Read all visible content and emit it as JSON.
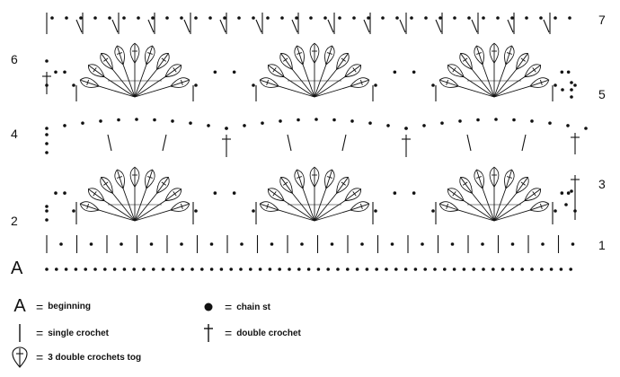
{
  "row_labels": {
    "left": [
      {
        "key": "r6",
        "text": "6"
      },
      {
        "key": "r4",
        "text": "4"
      },
      {
        "key": "r2",
        "text": "2"
      },
      {
        "key": "ra",
        "text": "A"
      }
    ],
    "right": [
      {
        "key": "r7",
        "text": "7"
      },
      {
        "key": "r5",
        "text": "5"
      },
      {
        "key": "r3",
        "text": "3"
      },
      {
        "key": "r1",
        "text": "1"
      }
    ]
  },
  "legend": {
    "beginning": {
      "symbol": "A",
      "text": "beginning"
    },
    "chain": {
      "text": "chain st"
    },
    "single_crochet": {
      "text": "single crochet"
    },
    "double_crochet": {
      "text": "double crochet"
    },
    "three_dc_tog": {
      "text": "3 double crochets tog"
    },
    "equals": "="
  },
  "colors": {
    "ink": "#111111",
    "background": "#ffffff"
  }
}
